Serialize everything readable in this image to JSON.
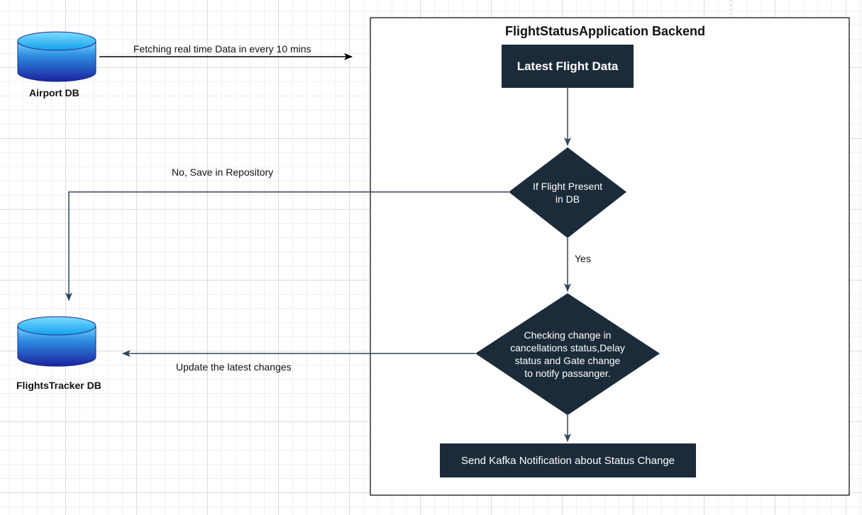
{
  "nodes": {
    "airport_db": "Airport DB",
    "flightstracker_db": "FlightsTracker DB",
    "backend_title": "FlightStatusApplication Backend",
    "latest_flight_data": "Latest Flight Data",
    "decision_present_line1": "If Flight Present",
    "decision_present_line2": "in DB",
    "decision_check_line1": "Checking change in",
    "decision_check_line2": "cancellations status,Delay",
    "decision_check_line3": "status and Gate change",
    "decision_check_line4": "to notify passanger.",
    "send_kafka": "Send Kafka Notification about Status Change"
  },
  "edges": {
    "fetching": "Fetching real time Data in every 10 mins",
    "no_save": "No, Save in Repository",
    "yes": "Yes",
    "update": "Update the latest changes"
  },
  "colors": {
    "dark_box": "#1c2b3a",
    "connector": "#30465a",
    "cylinder_top": "#1aa8f0",
    "cylinder_body": "#2233aa"
  }
}
